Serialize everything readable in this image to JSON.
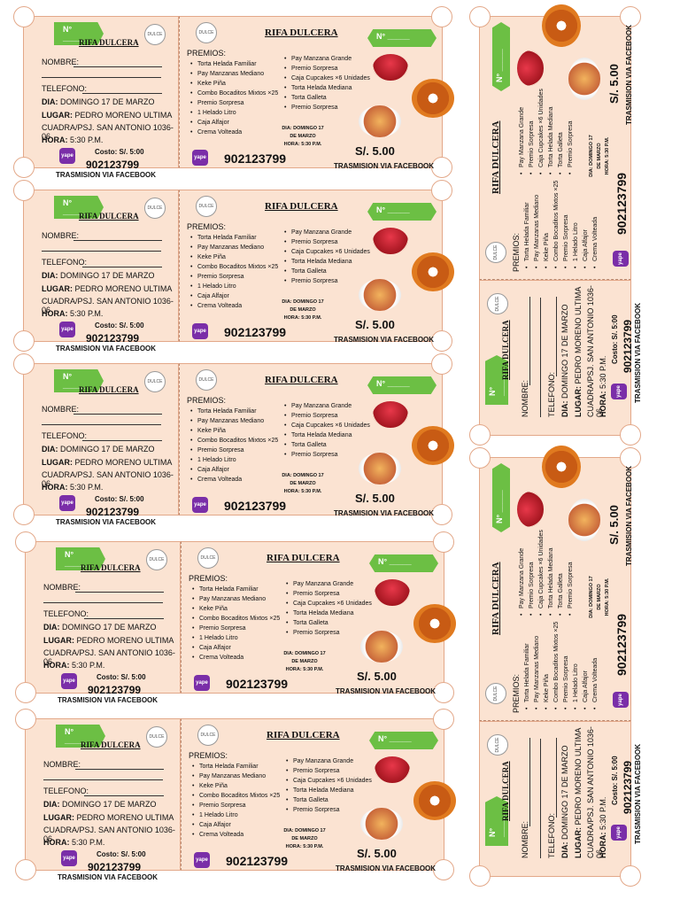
{
  "ticket": {
    "numero_label": "N° _____",
    "title": "RIFA DULCERA",
    "logo_text": "DULCE",
    "nombre_label": "NOMBRE:",
    "telefono_label": "TELEFONO:",
    "dia_label": "DIA:",
    "dia_value": "DOMINGO 17 DE MARZO",
    "lugar_label": "LUGAR:",
    "lugar_value": "PEDRO MORENO ULTIMA",
    "lugar_value2": "CUADRA/PSJ. SAN ANTONIO 1036-06",
    "hora_label": "HORA:",
    "hora_value": "5:30 P.M.",
    "costo": "Costo: S/. 5:00",
    "phone": "902123799",
    "transmision": "TRASMISION VIA FACEBOOK",
    "yape_label": "yape",
    "premios_title": "PREMIOS:",
    "premios_col1": [
      "Torta Helada Familiar",
      "Pay Manzanas Mediano",
      "Keke Piña",
      "Combo Bocaditos Mixtos ×25",
      "Premio Sorpresa",
      "1 Helado Litro",
      "Caja Alfajor",
      "Crema Volteada"
    ],
    "premios_col2": [
      "Pay Manzana Grande",
      "Premio Sorpresa",
      "Caja Cupcakes ×6 Unidades",
      "Torta Helada Mediana",
      "Torta Galleta",
      "Premio Sorpresa"
    ],
    "dia_small_1": "DIA: DOMINGO 17",
    "dia_small_2": "DE MARZO",
    "dia_small_3": "HORA: 5:30 P.M.",
    "price": "S/. 5.00"
  }
}
